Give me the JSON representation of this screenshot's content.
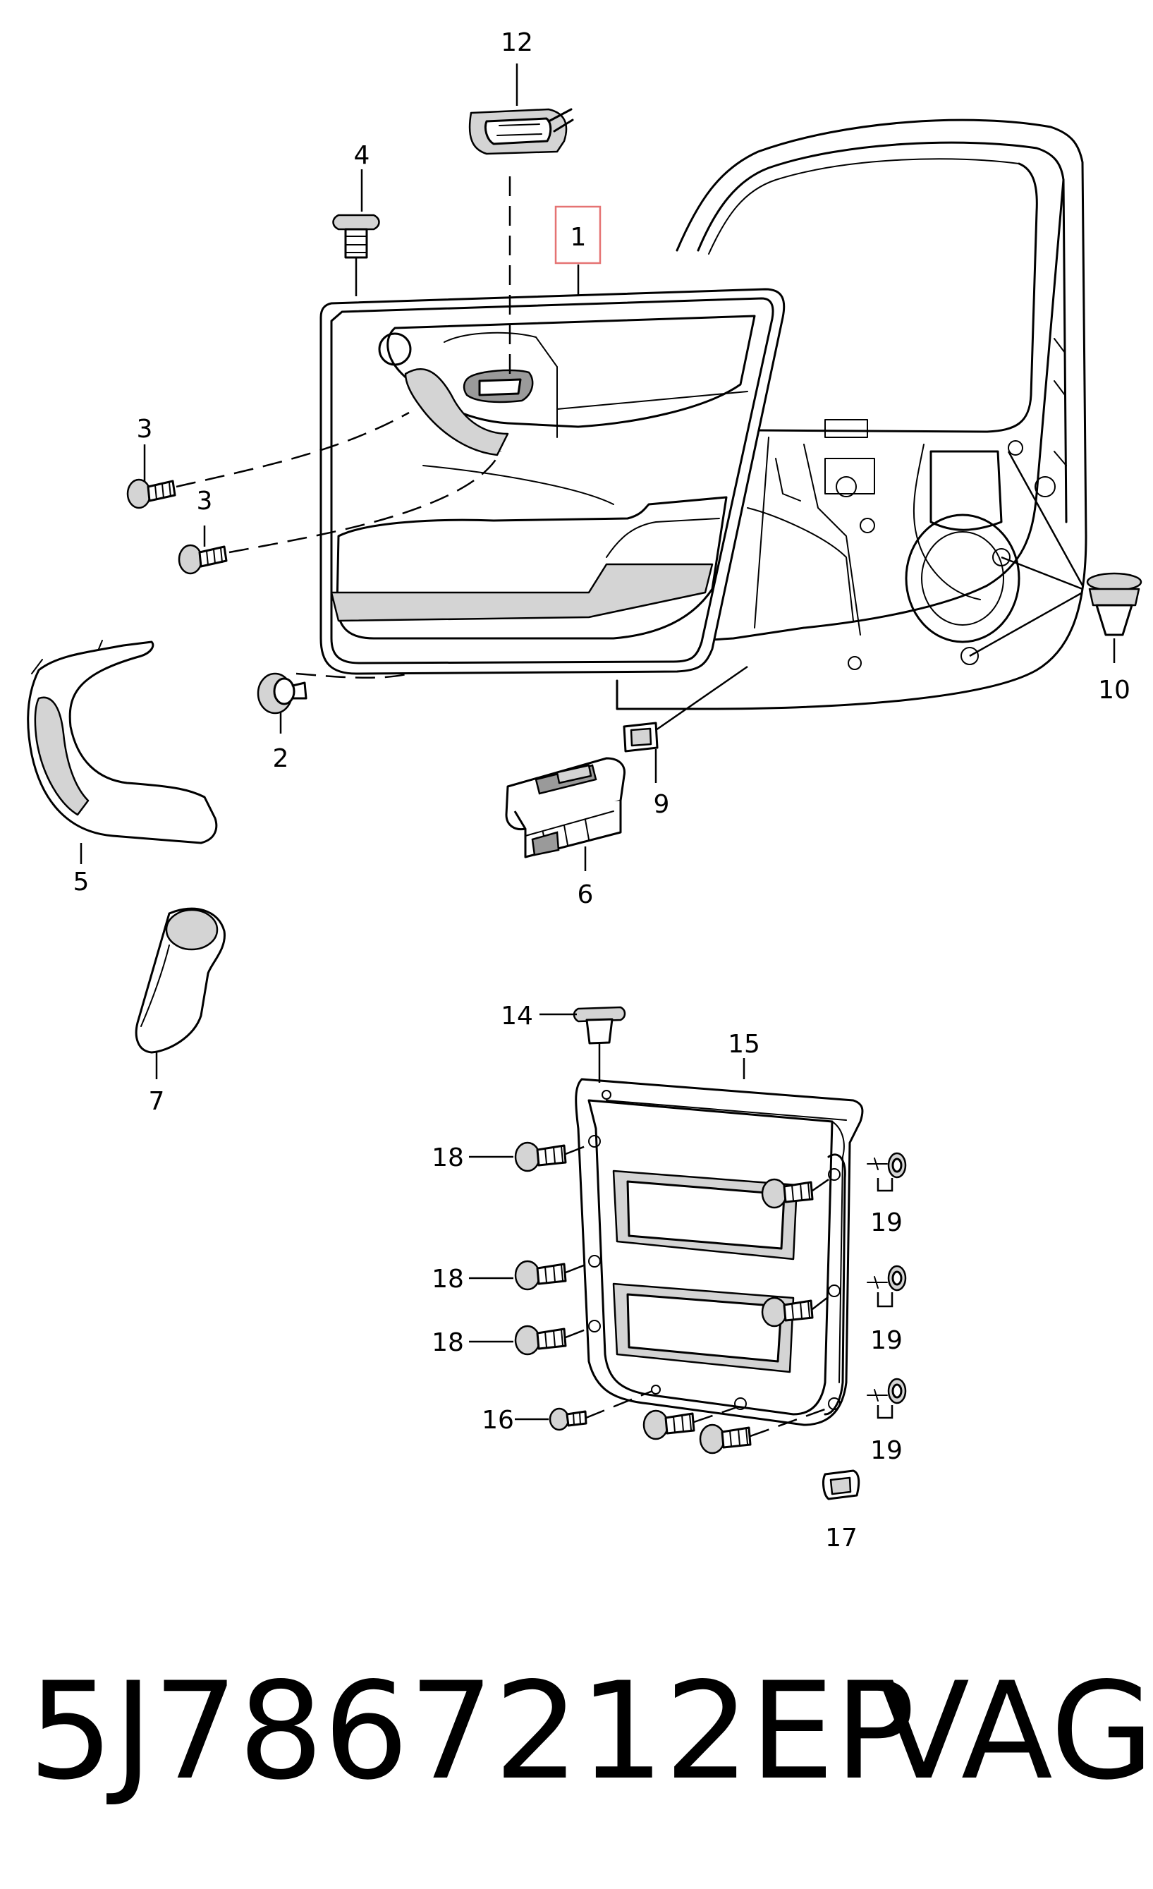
{
  "caption": {
    "part_number": "5J7867212EP",
    "brand": "VAG"
  },
  "highlight_color": "#e57373",
  "callouts": {
    "c1": "1",
    "c2": "2",
    "c3a": "3",
    "c3b": "3",
    "c4": "4",
    "c5": "5",
    "c6": "6",
    "c7": "7",
    "c9": "9",
    "c10": "10",
    "c12": "12",
    "c14": "14",
    "c15": "15",
    "c16": "16",
    "c17": "17",
    "c18a": "18",
    "c18b": "18",
    "c18c": "18",
    "c19a": "19",
    "c19b": "19",
    "c19c": "19"
  }
}
